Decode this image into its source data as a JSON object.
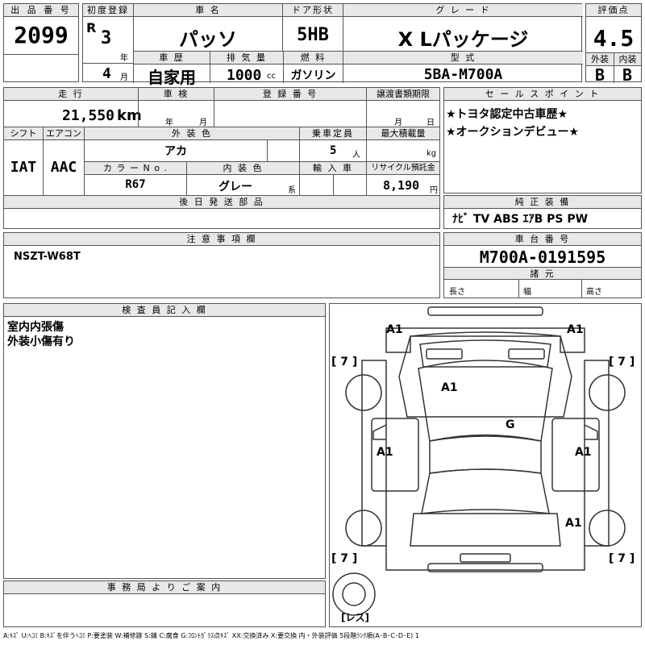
{
  "header": {
    "lot_no_label": "出 品 番 号",
    "lot_no": "2099",
    "first_reg_label": "初度登録",
    "era": "R",
    "reg_year": "3",
    "reg_year_unit": "年",
    "reg_month": "4",
    "reg_month_unit": "月",
    "car_name_label": "車 名",
    "car_name": "パッソ",
    "door_label": "ドア形状",
    "door_type": "5HB",
    "grade_label": "グ レ ー ド",
    "grade": "X Lパッケージ",
    "score_label": "評価点",
    "score": "4.5",
    "history_label": "車 歴",
    "history": "自家用",
    "displacement_label": "排 気 量",
    "displacement": "1000",
    "displacement_unit": "cc",
    "fuel_label": "燃 料",
    "fuel": "ガソリン",
    "model_label": "型 式",
    "model": "5BA-M700A",
    "exterior_label": "外装",
    "exterior_grade": "B",
    "interior_label": "内装",
    "interior_grade": "B"
  },
  "info": {
    "mileage_label": "走 行",
    "mileage": "21,550",
    "mileage_unit": "km",
    "inspection_label": "車 検",
    "inspection_year_unit": "年",
    "inspection_month_unit": "月",
    "plate_label": "登 録 番 号",
    "transfer_label": "譲渡書類期限",
    "transfer_month_unit": "月",
    "transfer_day_unit": "日",
    "shift_label": "シフト",
    "shift": "IAT",
    "ac_label": "エアコン",
    "ac": "AAC",
    "ext_color_label": "外 装 色",
    "ext_color": "アカ",
    "capacity_label": "乗車定員",
    "capacity": "5",
    "capacity_unit": "人",
    "load_label": "最大積載量",
    "load_unit": "kg",
    "color_no_label": "カ ラ ー N o .",
    "color_no": "R67",
    "int_color_label": "内 装 色",
    "int_color": "グレー",
    "int_color_unit": "系",
    "import_label": "輸 入 車",
    "recycle_label": "リサイクル預託金",
    "recycle": "8,190",
    "recycle_unit": "円",
    "later_parts_label": "後 日 発 送 部 品"
  },
  "sales_points": {
    "label": "セ ー ル ス ポ イ ン ト",
    "items": [
      "★トヨタ認定中古車歴★",
      "★オークションデビュー★"
    ]
  },
  "equipment": {
    "label": "純 正 装 備",
    "value": "ﾅﾋﾞ TV ABS ｴｱB PS PW"
  },
  "notes": {
    "label": "注 意 事 項 欄",
    "value": "NSZT-W68T"
  },
  "chassis": {
    "label": "車 台 番 号",
    "value": "M700A-0191595",
    "specs_label": "諸 元",
    "length_label": "長さ",
    "width_label": "幅",
    "height_label": "高さ"
  },
  "inspector": {
    "label": "検 査 員 記 入 欄",
    "lines": [
      "室内内張傷",
      "外装小傷有り"
    ]
  },
  "office": {
    "label": "事 務 局 よ り ご 案 内"
  },
  "diagram": {
    "marks": {
      "front_left": "A1",
      "front_right": "A1",
      "bracket_fl": "[ 7 ]",
      "bracket_fr": "[ 7 ]",
      "hood": "A1",
      "roof": "G",
      "left_door": "A1",
      "right_door": "A1",
      "rear_right": "A1",
      "bracket_rl": "[ 7 ]",
      "bracket_rr": "[ 7 ]",
      "spare": "[レス]"
    }
  },
  "legend": "A:ｷｽﾞ U:ﾍｺﾐ B:ｷｽﾞを伴うﾍｺﾐ P:要塗装 W:補修跡 S:錆 C:腐食 G:ﾌﾛﾝﾄｶﾞﾗｽ点ｷｽﾞ XX:交換済み X:要交換  内・外装評価  5段階ﾗﾝｸ順(A･B･C･D･E) 1"
}
